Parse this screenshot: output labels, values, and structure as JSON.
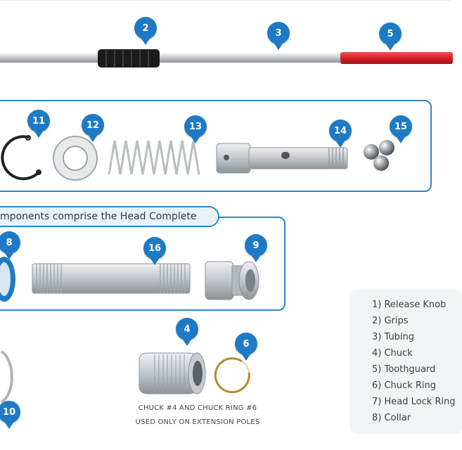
{
  "callouts": {
    "c2": "2",
    "c3": "3",
    "c5": "5",
    "c11": "11",
    "c12": "12",
    "c13": "13",
    "c14": "14",
    "c15": "15",
    "c8": "8",
    "c16": "16",
    "c9": "9",
    "c4": "4",
    "c6": "6",
    "c10": "10"
  },
  "banner_text": "mponents comprise the Head Complete",
  "legend": {
    "items": [
      "1) Release Knob",
      "2) Grips",
      "3) Tubing",
      "4) Chuck",
      "5) Toothguard",
      "6) Chuck Ring",
      "7) Head Lock Ring",
      "8) Collar"
    ]
  },
  "note": {
    "line1": "CHUCK #4 AND CHUCK RING #6",
    "line2": "USED ONLY ON EXTENSION POLES"
  },
  "colors": {
    "accent_blue": "#1f7ac6",
    "panel_border": "#2f86c9",
    "toothguard_red": "#d8202a",
    "grip_black": "#1b1b1b",
    "metal": "#c9cdd1"
  },
  "icons": [
    "pole-tubing",
    "grip",
    "toothguard",
    "snap-ring",
    "washer",
    "spring",
    "shaft",
    "ball-bearings",
    "collar",
    "threaded-nipple",
    "lock-head",
    "chuck",
    "chuck-ring"
  ]
}
